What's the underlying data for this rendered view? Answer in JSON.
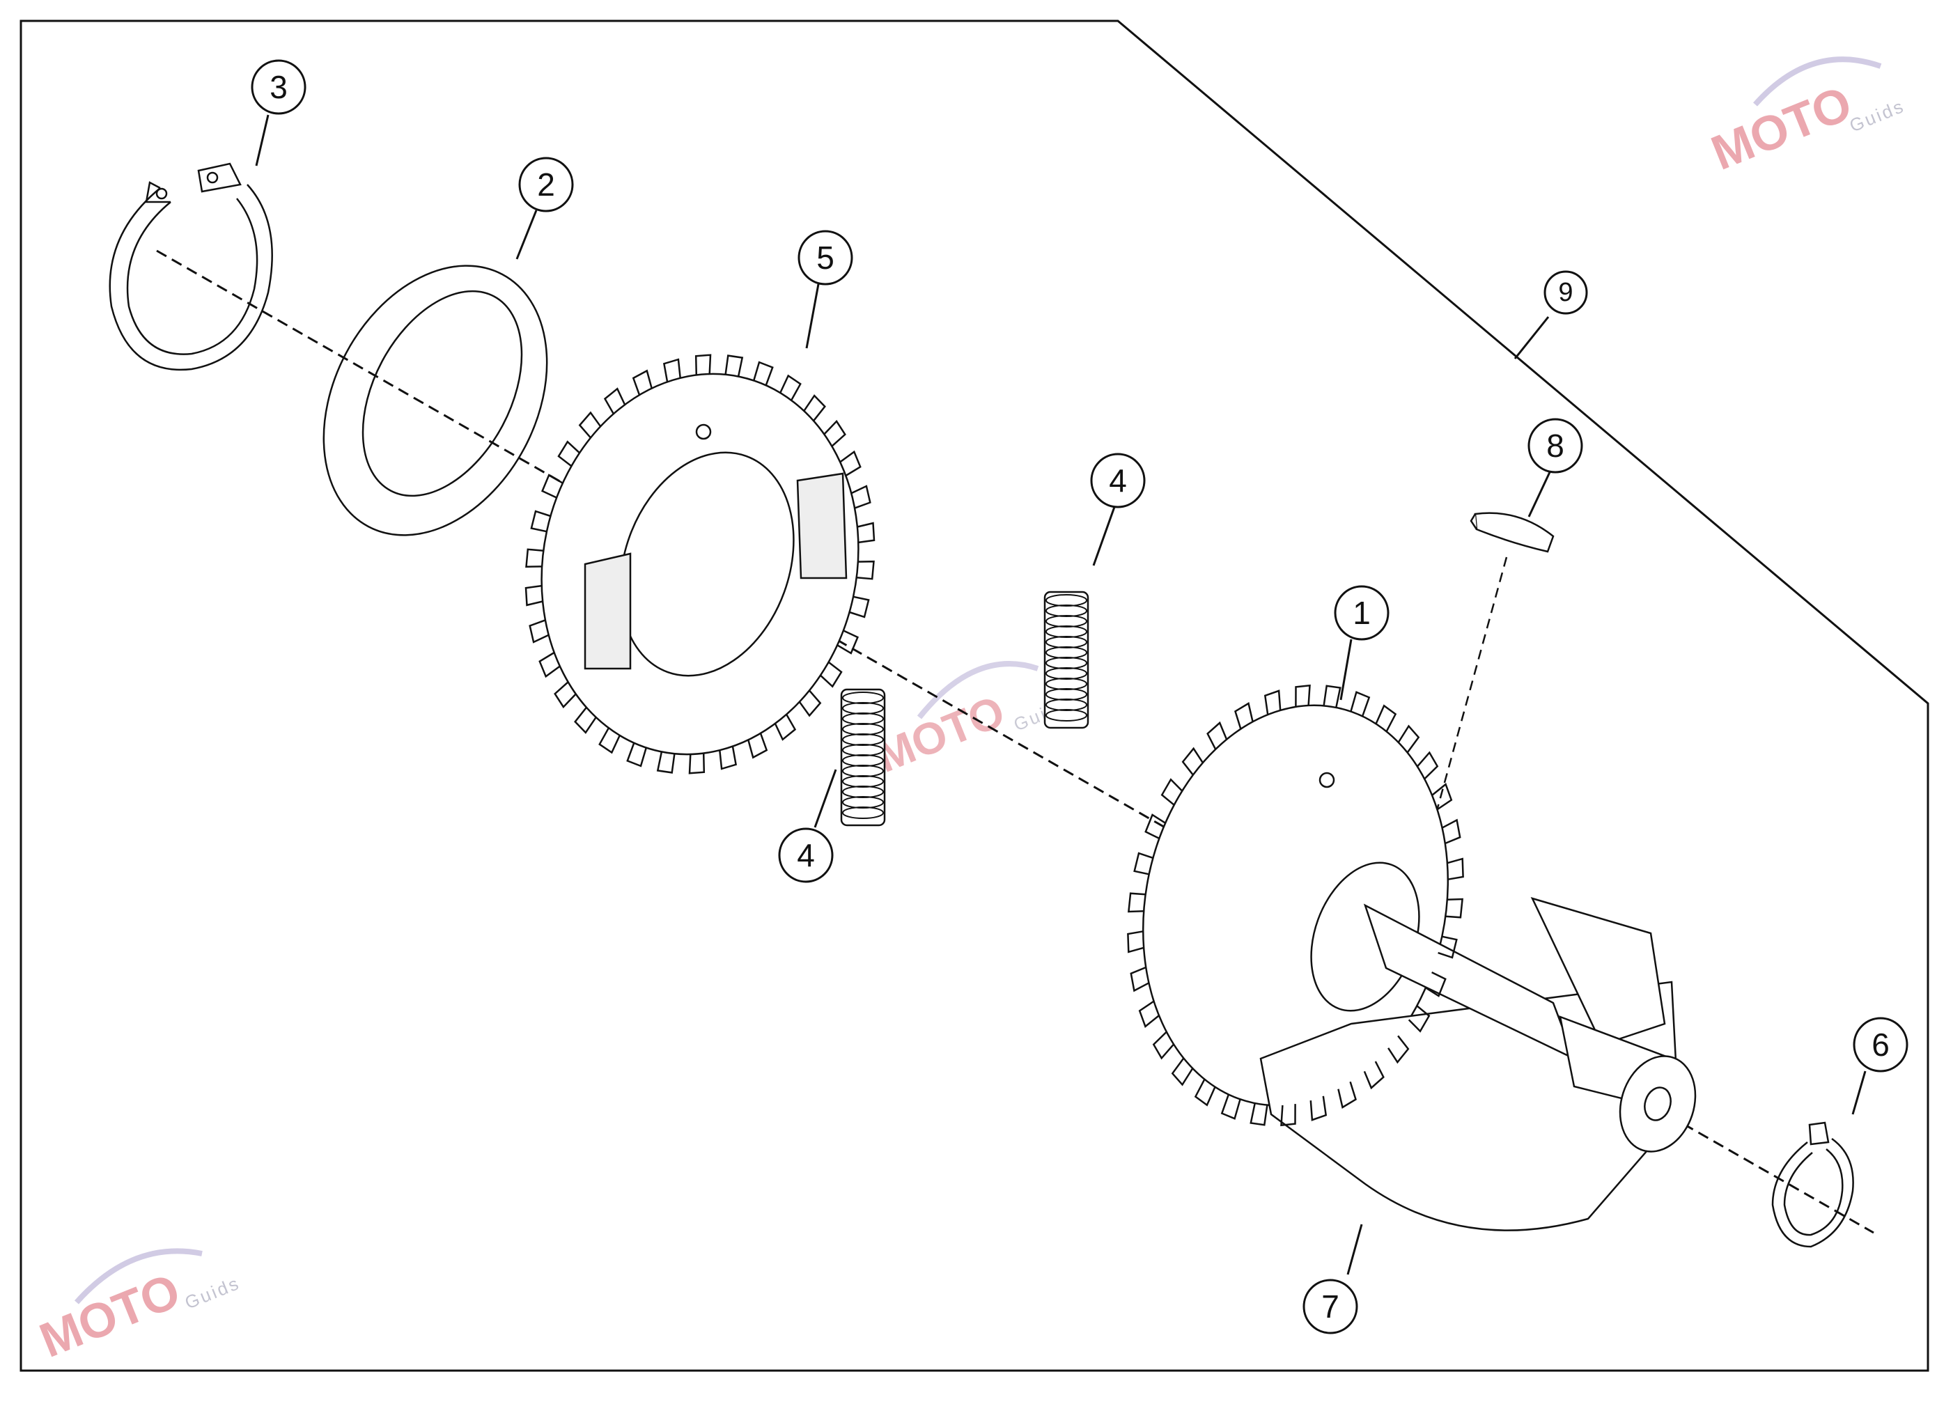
{
  "callouts": [
    {
      "id": "1",
      "label": "1"
    },
    {
      "id": "2",
      "label": "2"
    },
    {
      "id": "3",
      "label": "3"
    },
    {
      "id": "4a",
      "label": "4"
    },
    {
      "id": "4b",
      "label": "4"
    },
    {
      "id": "5",
      "label": "5"
    },
    {
      "id": "6",
      "label": "6"
    },
    {
      "id": "7",
      "label": "7"
    },
    {
      "id": "8",
      "label": "8"
    },
    {
      "id": "9",
      "label": "9"
    }
  ],
  "watermark": {
    "text": "MOTO",
    "sub": "Guids",
    "color_primary": "#e89aa2",
    "color_secondary": "#b9b9c8"
  },
  "colors": {
    "line": "#111111",
    "background": "#ffffff"
  }
}
